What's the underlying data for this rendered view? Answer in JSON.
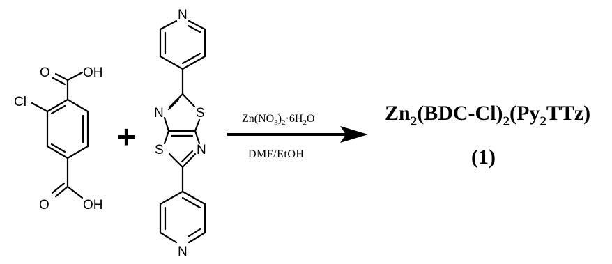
{
  "reactant1": {
    "atoms": {
      "o_top": "O",
      "oh_top": "OH",
      "cl": "Cl",
      "o_bottom": "O",
      "oh_bottom": "OH"
    }
  },
  "plus_sign": "+",
  "reactant2": {
    "atoms": {
      "n_pyridine_top": "N",
      "n_thiazole_left": "N",
      "s_thiazole_right": "S",
      "s_thiazole_left": "S",
      "n_thiazole_right": "N",
      "n_pyridine_bottom": "N"
    }
  },
  "conditions": {
    "reagent": {
      "prefix": "Zn(NO",
      "sub1": "3",
      "mid": ")",
      "sub2": "2",
      "suffix": "·6H",
      "sub3": "2",
      "end": "O"
    },
    "solvent": "DMF/EtOH"
  },
  "product": {
    "formula": {
      "p1": "Zn",
      "s1": "2",
      "p2": "(BDC-Cl)",
      "s2": "2",
      "p3": "(Py",
      "s3": "2",
      "p4": "TTz)"
    },
    "label": "(1)"
  }
}
